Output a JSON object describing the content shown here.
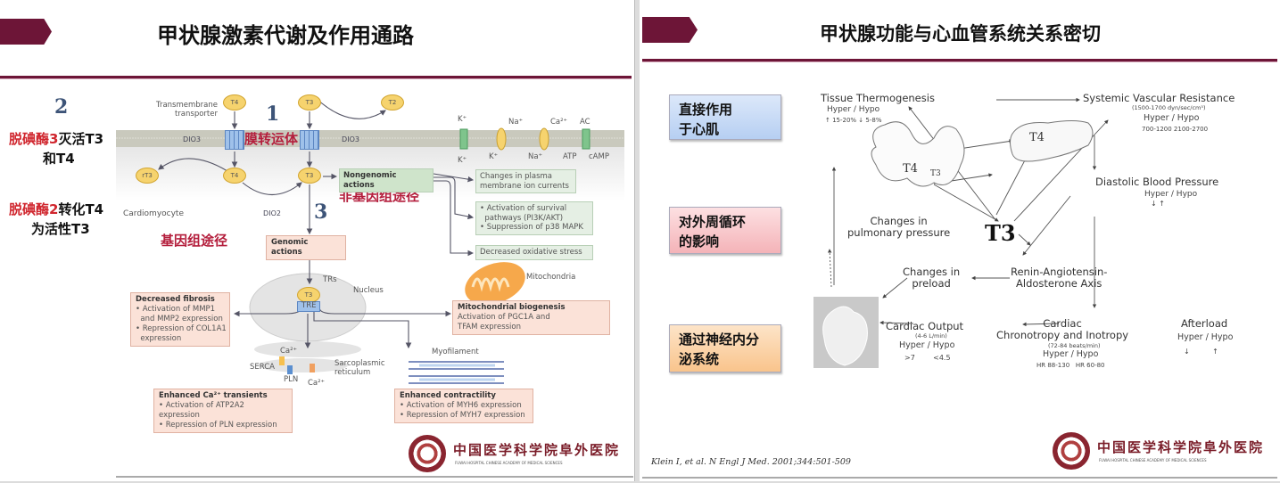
{
  "colors": {
    "brand": "#6d1537",
    "annotation_red": "#d0262e",
    "pathway_crimson": "#b41e3c"
  },
  "left_slide": {
    "title": "甲状腺激素代谢及作用通路",
    "step_numbers": [
      "2",
      "1",
      "3"
    ],
    "annotations": {
      "dio3_red": "脱碘酶3",
      "dio3_black": "灭活T3",
      "dio3_line2": "和T4",
      "dio2_red": "脱碘酶2",
      "dio2_black": "转化T4",
      "dio2_line2": "为活性T3",
      "transporter_cn": "膜转运体",
      "genomic_cn": "基因组途径",
      "nongenomic_cn": "非基因组途径"
    },
    "diagram": {
      "transmembrane_transporter": "Transmembrane\ntransporter",
      "hormones": {
        "t4": "T4",
        "t3": "T3",
        "rt3": "rT3",
        "t2": "T2"
      },
      "dio3": "DIO3",
      "dio2": "DIO2",
      "cardiomyocyte": "Cardiomyocyte",
      "ion_labels": {
        "k_out": "K⁺",
        "k_in": "K⁺",
        "k2": "K⁺",
        "na1": "Na⁺",
        "na2": "Na⁺",
        "ca": "Ca²⁺",
        "ac": "AC",
        "atp": "ATP",
        "camp": "cAMP"
      },
      "nongenomic_actions": "Nongenomic actions",
      "genomic_actions": "Genomic actions",
      "ion_currents": "Changes in plasma\nmembrane ion currents",
      "survival": [
        "• Activation of survival",
        "  pathways (PI3K/AKT)",
        "• Suppression of p38 MAPK"
      ],
      "oxidative": "Decreased oxidative stress",
      "mitochondria": "Mitochondria",
      "trs": "TRs",
      "nucleus": "Nucleus",
      "tre": "TRE",
      "fibrosis": {
        "title": "Decreased fibrosis",
        "lines": [
          "• Activation of MMP1",
          "  and MMP2 expression",
          "• Repression of COL1A1",
          "  expression"
        ]
      },
      "mito_biogenesis": {
        "title": "Mitochondrial biogenesis",
        "lines": [
          "Activation of PGC1A and",
          "TFAM expression"
        ]
      },
      "sr": {
        "ca1": "Ca²⁺",
        "ca2": "Ca²⁺",
        "serca": "SERCA",
        "pln": "PLN",
        "label": "Sarcoplasmic\nreticulum"
      },
      "myofilament": "Myofilament",
      "calcium": {
        "title": "Enhanced Ca²⁺ transients",
        "lines": [
          "• Activation of ATP2A2 expression",
          "• Repression of PLN expression"
        ]
      },
      "contractility": {
        "title": "Enhanced contractility",
        "lines": [
          "• Activation of MYH6 expression",
          "• Repression of MYH7 expression"
        ]
      }
    },
    "logo": {
      "name": "中国医学科学院阜外医院",
      "sub": "FUWAI HOSPITAL   CHINESE ACADEMY OF MEDICAL SCIENCES"
    }
  },
  "right_slide": {
    "title": "甲状腺功能与心血管系统关系密切",
    "side_boxes": [
      {
        "text": "直接作用\n于心肌",
        "color": "#c9dcf6"
      },
      {
        "text": "对外周循环\n的影响",
        "color": "#f8c9cc"
      },
      {
        "text": "通过神经内分\n泌系统",
        "color": "#fbd4a8"
      }
    ],
    "diagram": {
      "thermogenesis": {
        "title": "Tissue Thermogenesis",
        "hh": "Hyper  /  Hypo",
        "vals": "↑ 15-20%  ↓ 5-8%"
      },
      "svr": {
        "title": "Systemic Vascular Resistance",
        "range": "(1500-1700 dyn/sec/cm⁵)",
        "hh": "Hyper  /  Hypo",
        "vals": "700-1200   2100-2700"
      },
      "thyroid_t4": "T4",
      "thyroid_t3": "T3",
      "liver_t4": "T4",
      "t3_big": "T3",
      "dbp": {
        "title": "Diastolic Blood Pressure",
        "hh": "Hyper  /  Hypo",
        "vals": "↓          ↑"
      },
      "pulmonary": "Changes in\npulmonary pressure",
      "preload": "Changes in\npreload",
      "raas": "Renin-Angiotensin-\nAldosterone Axis",
      "cardiac_output": {
        "title": "Cardiac Output",
        "range": "(4-6 L/min)",
        "hh": "Hyper / Hypo",
        "vals": ">7        <4.5"
      },
      "chronotropy": {
        "title": "Cardiac\nChronotropy and Inotropy",
        "range": "(72-84 beats/min)",
        "hh": "Hyper  /  Hypo",
        "vals": "HR 88-130   HR 60-80"
      },
      "afterload": {
        "title": "Afterload",
        "hh": "Hyper /  Hypo",
        "vals": "↓          ↑"
      }
    },
    "citation": "Klein I, et al. N Engl J Med. 2001;344:501-509",
    "logo": {
      "name": "中国医学科学院阜外医院",
      "sub": "FUWAI HOSPITAL   CHINESE ACADEMY OF MEDICAL SCIENCES"
    }
  }
}
